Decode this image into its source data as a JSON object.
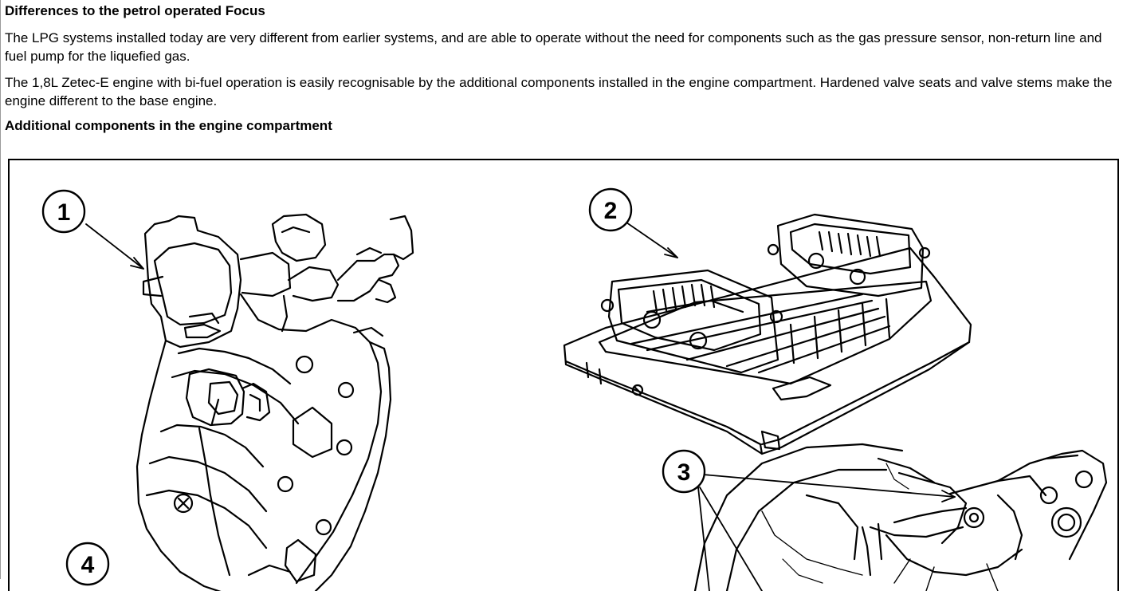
{
  "document": {
    "heading_1": "Differences to the petrol operated Focus",
    "paragraph_1": "The LPG systems installed today are very different from earlier systems, and are able to operate without the need for components such as the gas pressure sensor, non-return line and fuel pump for the liquefied gas.",
    "paragraph_2": "The 1,8L Zetec-E engine with bi-fuel operation is easily recognisable by the additional components installed in the engine compartment. Hardened valve seats and valve stems make the engine different to the base engine.",
    "heading_2": "Additional components in the engine compartment"
  },
  "figure": {
    "callouts": [
      "1",
      "2",
      "3",
      "4"
    ],
    "line_color": "#000000",
    "background": "#ffffff"
  }
}
